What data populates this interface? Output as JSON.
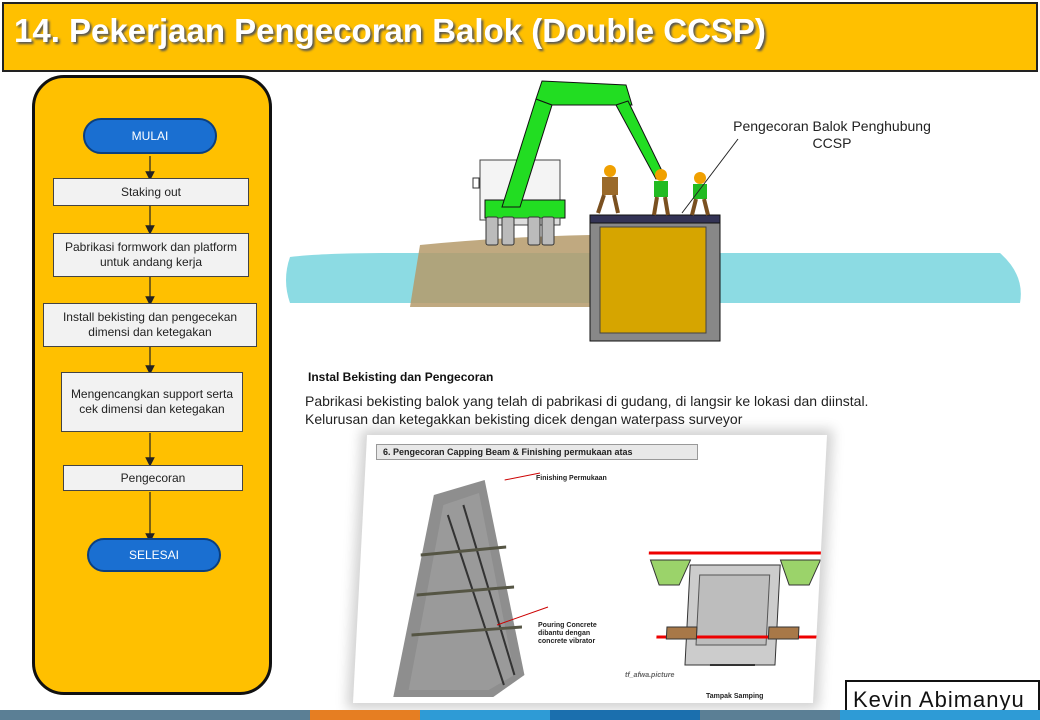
{
  "title": "14. Pekerjaan Pengecoran Balok (Double CCSP)",
  "flowchart": {
    "start": "MULAI",
    "steps": [
      "Staking out",
      "Pabrikasi formwork dan platform untuk andang kerja",
      "Install bekisting dan pengecekan dimensi dan ketegakan",
      "Mengencangkan support serta cek dimensi dan ketegakan",
      "Pengecoran"
    ],
    "end": "SELESAI"
  },
  "illustration": {
    "callout": "Pengecoran Balok Penghubung CCSP"
  },
  "section": {
    "heading": "Instal Bekisting dan Pengecoran",
    "description": "Pabrikasi bekisting balok yang telah di pabrikasi di gudang, di langsir ke lokasi dan diinstal. Kelurusan dan ketegakkan bekisting dicek dengan waterpass surveyor"
  },
  "photo": {
    "title": "6. Pengecoran Capping Beam & Finishing permukaan atas",
    "label_finishing": "Finishing Permukaan",
    "label_pouring": "Pouring Concrete dibantu dengan concrete vibrator",
    "watermark": "tf_afwa.picture",
    "label_section": "Tampak Samping"
  },
  "author": "Kevin Abimanyu",
  "colors": {
    "accent": "#ffc000",
    "flow_oval": "#1a6fd1",
    "water": "#7fd7e0",
    "crane": "#22dd22",
    "box_fill": "#f2f2f2"
  }
}
